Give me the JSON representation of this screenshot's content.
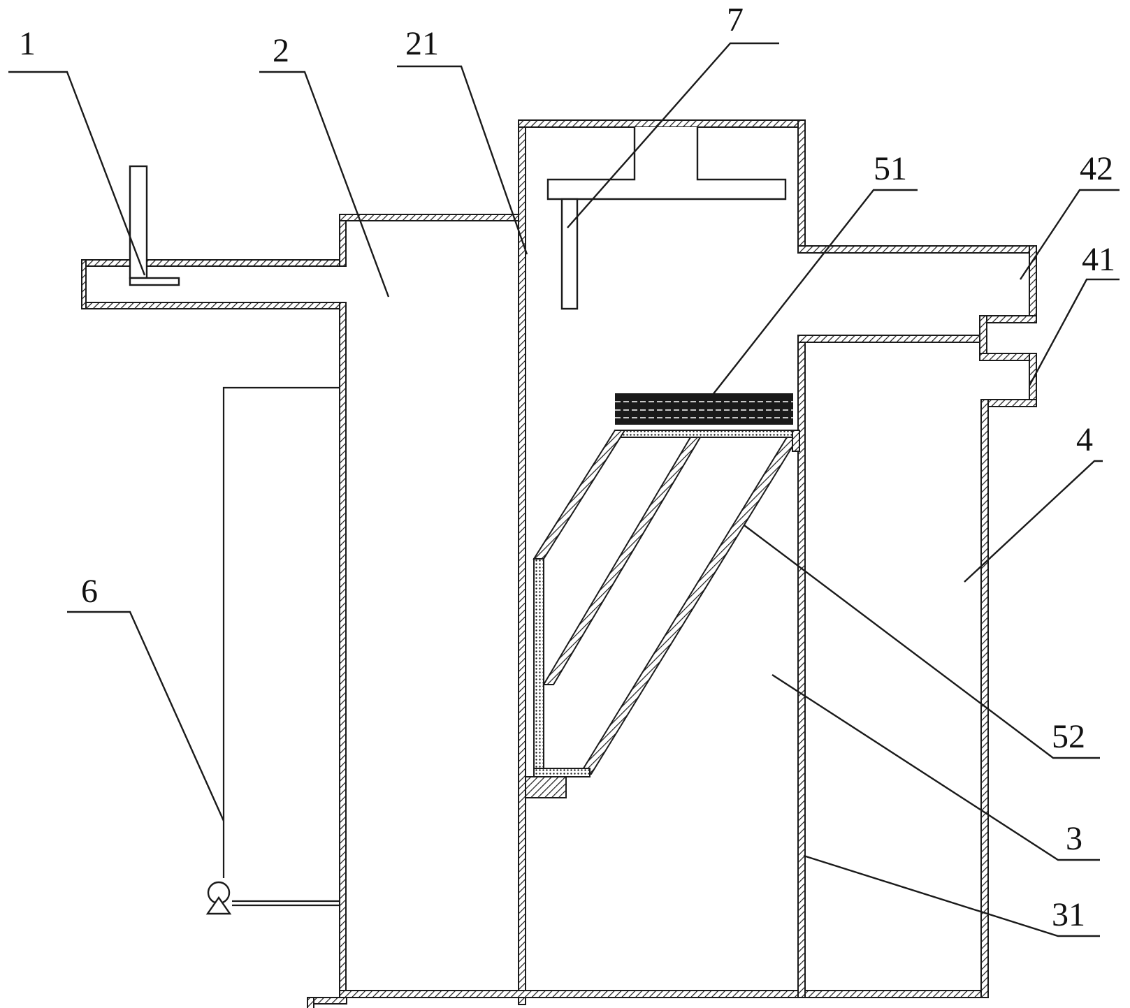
{
  "labels": {
    "inlet_pipe": "1",
    "tank_first": "2",
    "wall_first": "21",
    "stirrer": "7",
    "inclined_plate": "51",
    "outlet_upper": "42",
    "outlet_lower": "41",
    "tank_outer": "4",
    "pump": "6",
    "plate_tube": "52",
    "tank_middle": "3",
    "wall_middle": "31"
  },
  "colors": {
    "line": "#1a1a1a",
    "hatch": "#1a1a1a",
    "background": "#ffffff"
  }
}
